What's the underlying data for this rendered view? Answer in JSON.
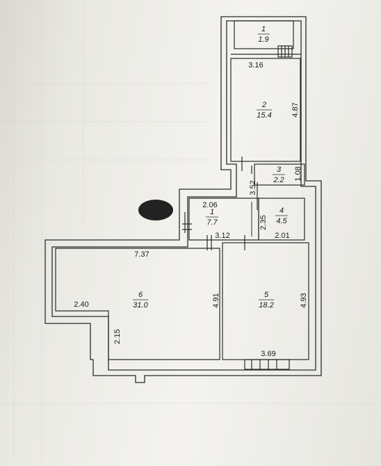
{
  "plan": {
    "rooms": [
      {
        "number": "1",
        "area": "7.7"
      },
      {
        "number": "2",
        "area": "15.4"
      },
      {
        "number": "3",
        "area": "2.2"
      },
      {
        "number": "4",
        "area": "4.5"
      },
      {
        "number": "5",
        "area": "18.2"
      },
      {
        "number": "6",
        "area": "31.0"
      },
      {
        "number": "1",
        "area": "1.9"
      }
    ],
    "dimensions": {
      "d316": "3.16",
      "d487": "4.87",
      "d108": "1.08",
      "d352": "3.52",
      "d206": "2.06",
      "d235": "2.35",
      "d312": "3.12",
      "d201": "2.01",
      "d737": "7.37",
      "d240": "2.40",
      "d215": "2.15",
      "d491": "4.91",
      "d493": "4.93",
      "d369": "3.69"
    }
  }
}
